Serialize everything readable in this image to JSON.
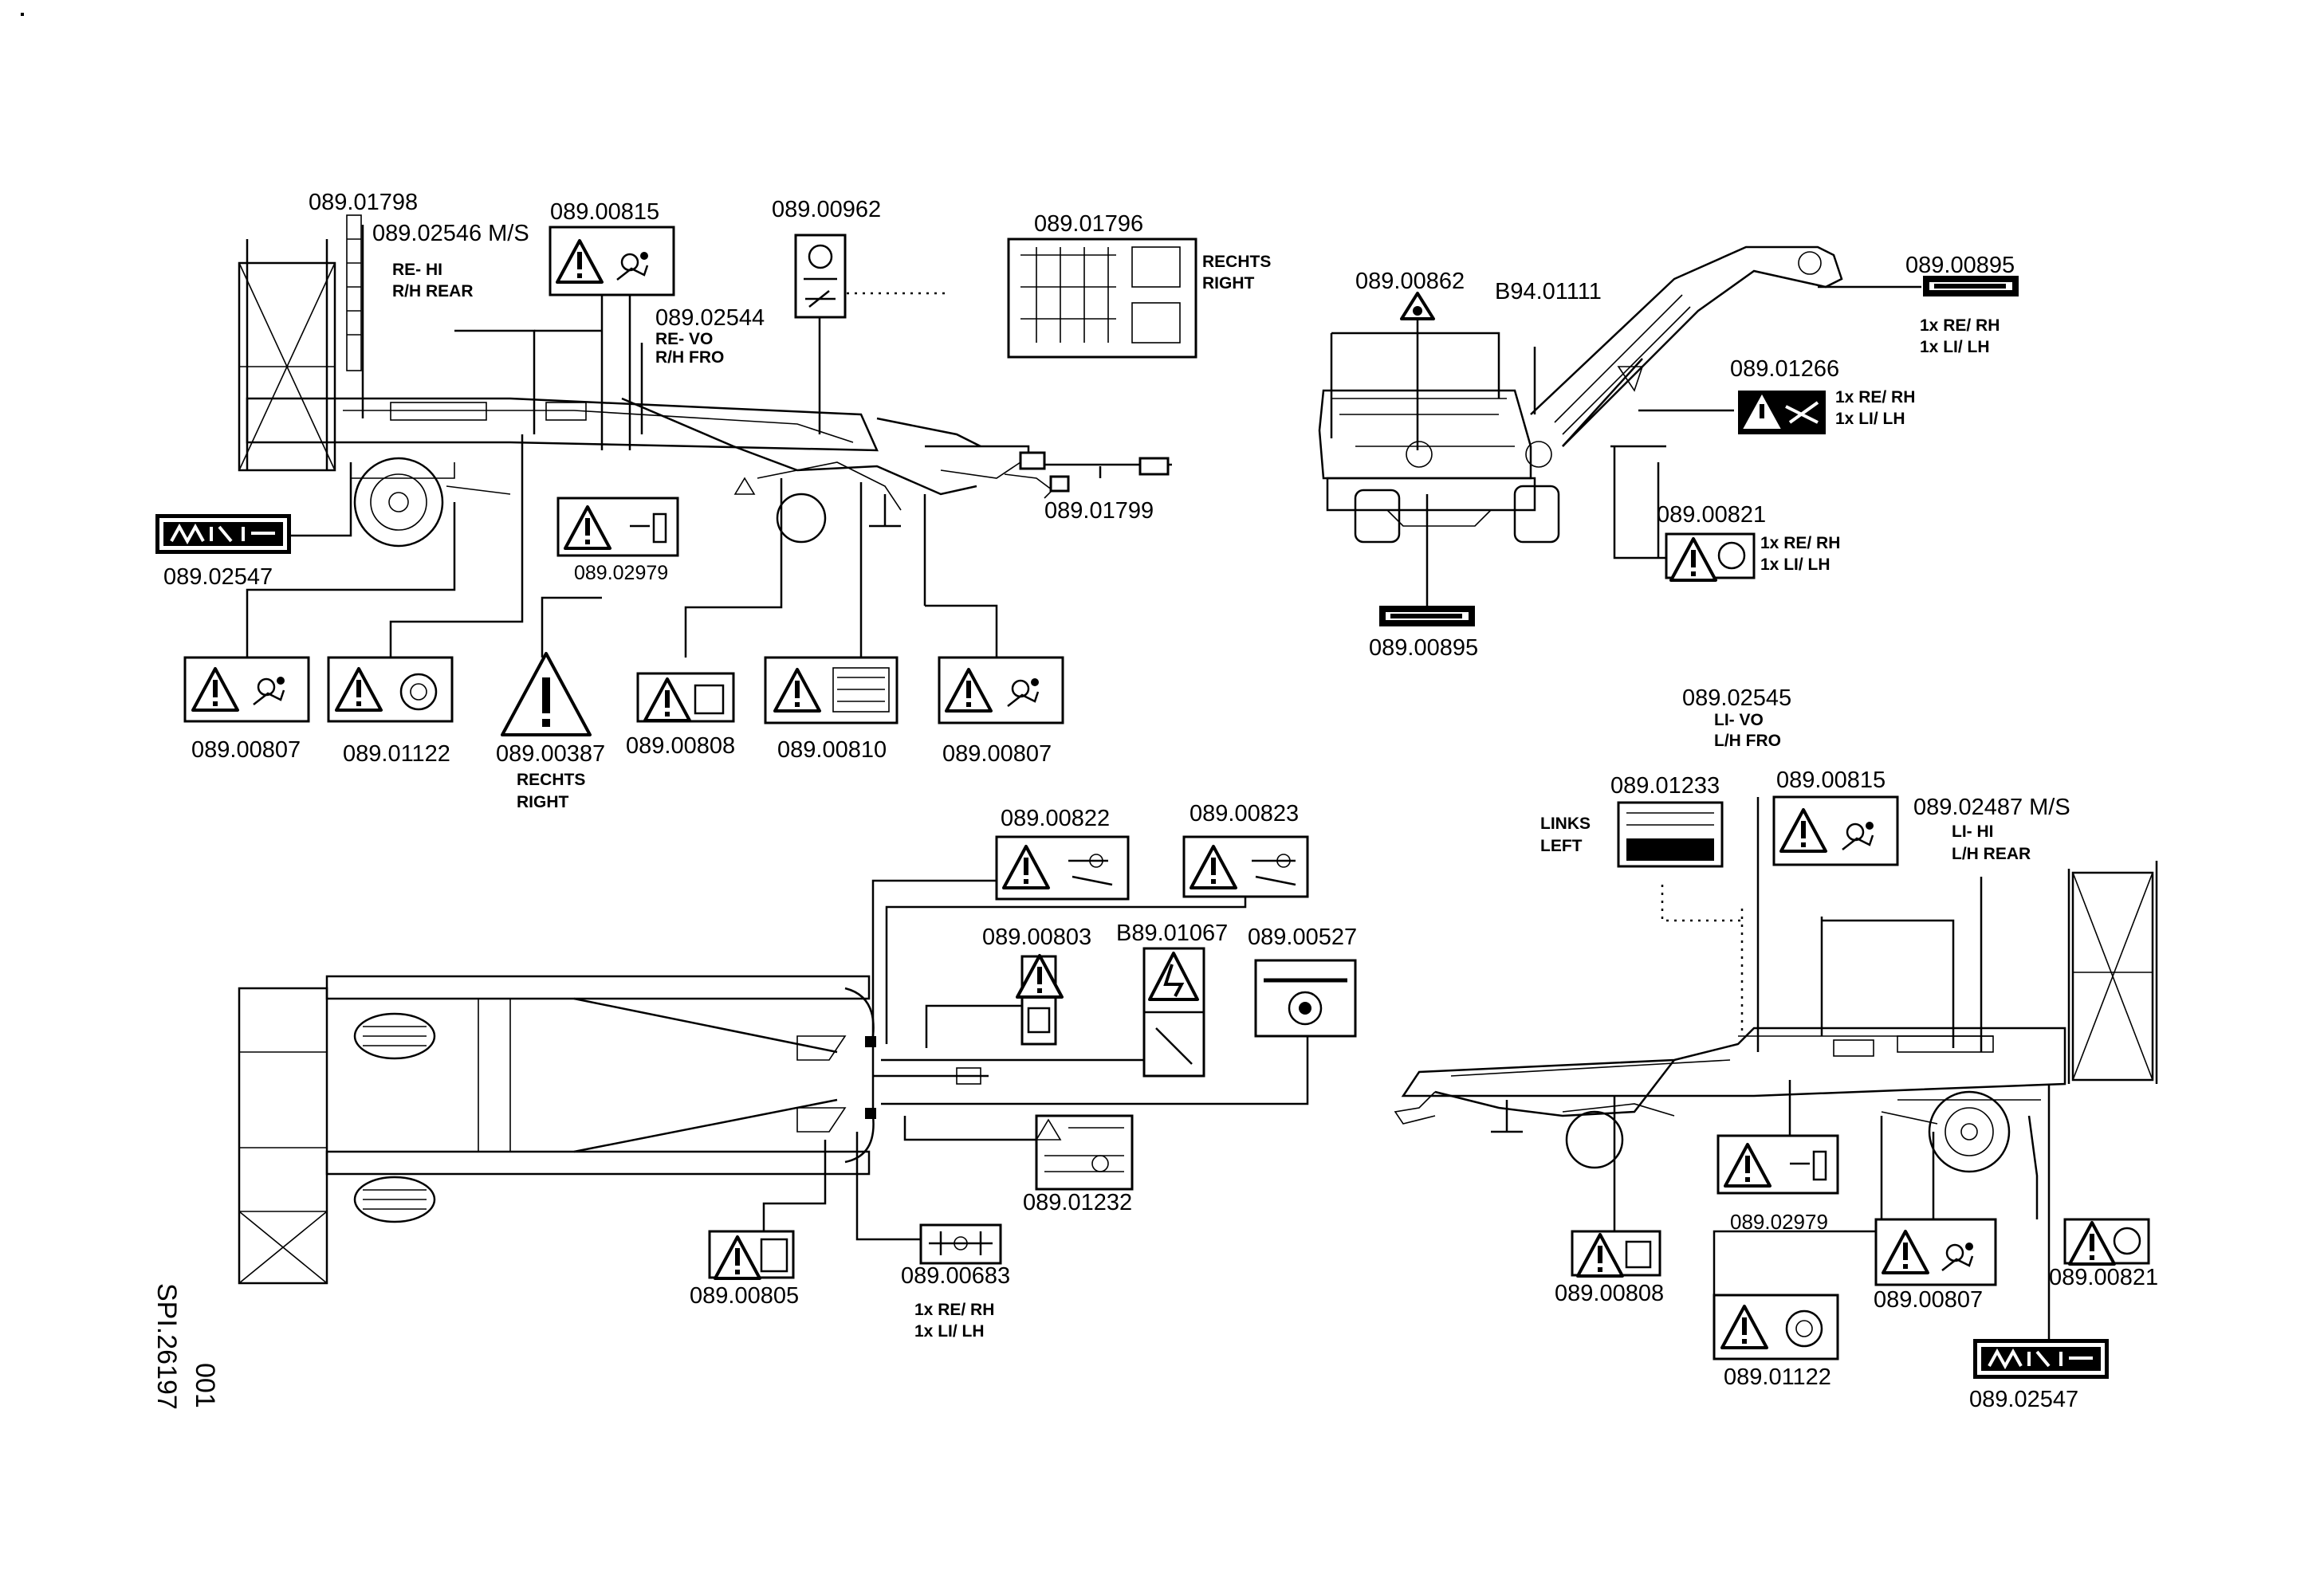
{
  "doc": {
    "number": "SPI.26197",
    "sheet": "001"
  },
  "views": {
    "side_right": {
      "labels": {
        "p01798": "089.01798",
        "p02546": "089.02546 M/S",
        "p02546_n1": "RE- HI",
        "p02546_n2": "R/H REAR",
        "p00815": "089.00815",
        "p02544": "089.02544",
        "p02544_n1": "RE- VO",
        "p02544_n2": "R/H FRO",
        "p00962": "089.00962",
        "p01796": "089.01796",
        "p01796_n1": "RECHTS",
        "p01796_n2": "RIGHT",
        "p01799": "089.01799",
        "p02547": "089.02547",
        "p02979": "089.02979",
        "p00807a": "089.00807",
        "p01122": "089.01122",
        "p00387": "089.00387",
        "p00387_n1": "RECHTS",
        "p00387_n2": "RIGHT",
        "p00808": "089.00808",
        "p00810": "089.00810",
        "p00807b": "089.00807"
      }
    },
    "rear": {
      "labels": {
        "p00862": "089.00862",
        "pB94": "B94.01111",
        "p00895a": "089.00895",
        "p00895a_n1": "1x  RE/  RH",
        "p00895a_n2": "1x   LI/  LH",
        "p01266": "089.01266",
        "p01266_n1": "1x  RE/  RH",
        "p01266_n2": "1x   LI/  LH",
        "p00821": "089.00821",
        "p00821_n1": "1x  RE/  RH",
        "p00821_n2": "1x   LI/  LH",
        "p00895b": "089.00895"
      }
    },
    "top": {
      "labels": {
        "p00822": "089.00822",
        "p00823": "089.00823",
        "p00803": "089.00803",
        "pB89": "B89.01067",
        "p00527": "089.00527",
        "p01232": "089.01232",
        "p00805": "089.00805",
        "p00683": "089.00683",
        "p00683_n1": "1x  RE/  RH",
        "p00683_n2": "1x   LI/  LH"
      }
    },
    "side_left": {
      "labels": {
        "p02545": "089.02545",
        "p02545_n1": "LI- VO",
        "p02545_n2": "L/H FRO",
        "p01233": "089.01233",
        "p01233_n1": "LINKS",
        "p01233_n2": "LEFT",
        "p00815": "089.00815",
        "p02487": "089.02487 M/S",
        "p02487_n1": "LI- HI",
        "p02487_n2": "L/H REAR",
        "p02979": "089.02979",
        "p00808": "089.00808",
        "p00807": "089.00807",
        "p00821": "089.00821",
        "p01122": "089.01122",
        "p02547": "089.02547"
      }
    }
  }
}
